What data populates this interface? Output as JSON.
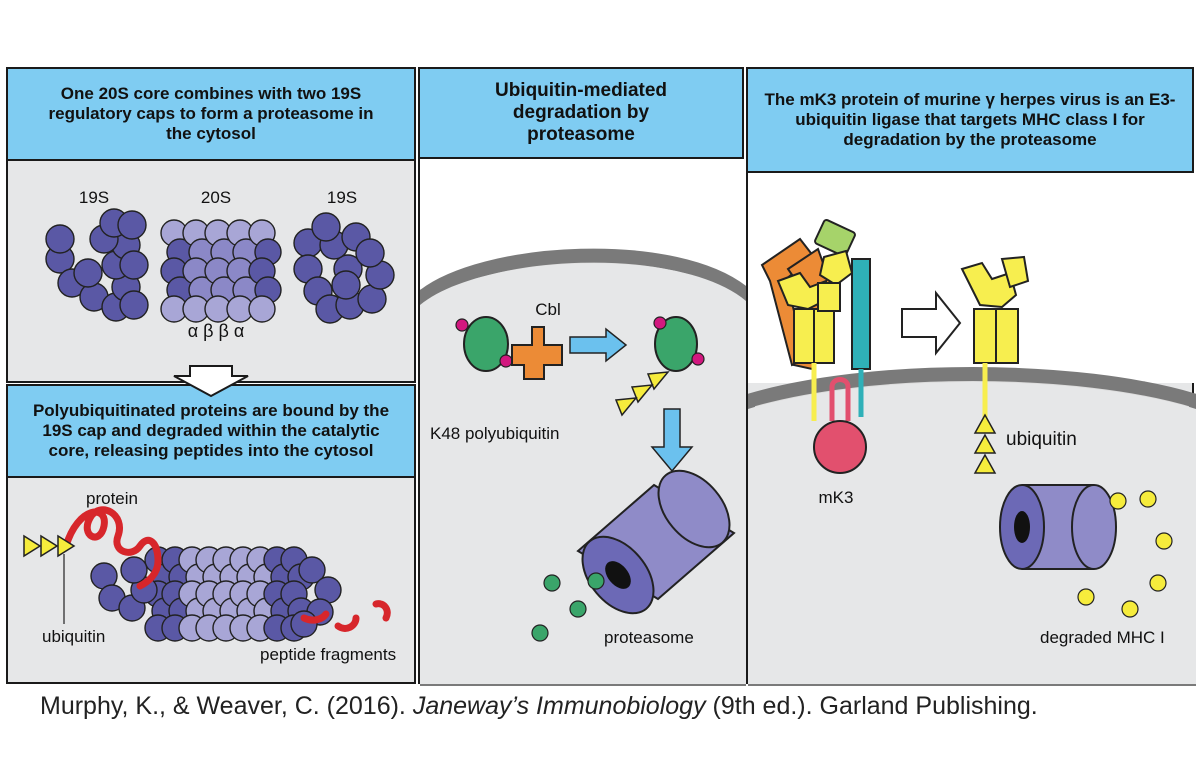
{
  "panels": {
    "p1": {
      "header": "One 20S core combines with two 19S regulatory caps to form a proteasome in the cytosol",
      "label_19s_left": "19S",
      "label_20s": "20S",
      "label_19s_right": "19S",
      "subunit_labels": "α β β α"
    },
    "p2": {
      "header": "Polyubiquitinated proteins are bound by the 19S cap and degraded within the catalytic core, releasing peptides into the cytosol",
      "label_protein": "protein",
      "label_ubiquitin": "ubiquitin",
      "label_peptides": "peptide fragments"
    },
    "p3": {
      "header": "Ubiquitin-mediated degradation by proteasome",
      "label_cbl": "Cbl",
      "label_k48": "K48 polyubiquitin",
      "label_proteasome": "proteasome"
    },
    "p4": {
      "header": "The mK3 protein of murine γ herpes virus is an E3-ubiquitin ligase that targets MHC class I for degradation by the proteasome",
      "label_mk3": "mK3",
      "label_ubiquitin": "ubiquitin",
      "label_degraded": "degraded MHC I"
    }
  },
  "citation": {
    "authors": "Murphy, K., & Weaver, C. (2016). ",
    "title": "Janeway’s Immunobiology",
    "rest": " (9th ed.). Garland Publishing."
  },
  "colors": {
    "header_blue": "#7fccf2",
    "panel_gray": "#e6e7e8",
    "proteasome_dark": "#5a58a5",
    "proteasome_light": "#a8a6d6",
    "cylinder": "#8f8bc8",
    "ubiquitin_yellow": "#f6ec3c",
    "protein_red": "#d7262b",
    "cbl_orange": "#ec8b36",
    "green": "#3aa56a",
    "magenta": "#d2187f",
    "mhc_yellow": "#f7ee4f",
    "teal": "#2fb0b8",
    "lime": "#a6d36a",
    "mk3_pink": "#e2506e"
  }
}
